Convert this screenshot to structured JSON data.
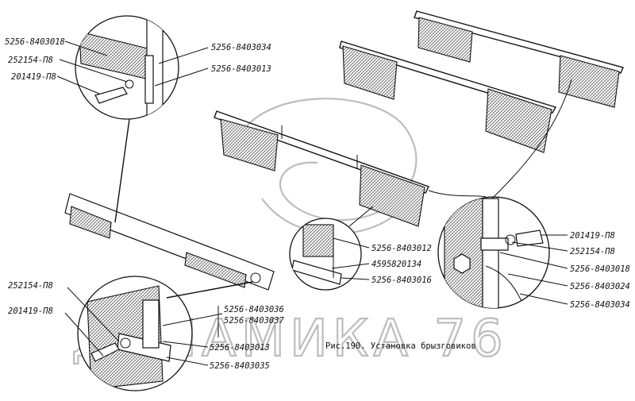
{
  "caption": "Рис.190. Установка брызговиков",
  "watermark": "ДИНАМИКА 76",
  "labels": {
    "tl_1": "5256-8403018",
    "tl_2": "252154-П8",
    "tl_3": "201419-П8",
    "tl_4": "5256-8403034",
    "tl_5": "5256-8403013",
    "mid_1": "5256-8403012",
    "mid_2": "4595820134",
    "mid_3": "5256-8403016",
    "r_1": "201419-П8",
    "r_2": "252154-П8",
    "r_3": "5256-8403018",
    "r_4": "5256-8403024",
    "r_5": "5256-8403034",
    "bl_1": "252154-П8",
    "bl_2": "201419-П8",
    "bl_3": "5256-8403036",
    "bl_4": "5256-8403037",
    "bl_5": "5256-8403013",
    "bl_6": "5256-8403035"
  }
}
